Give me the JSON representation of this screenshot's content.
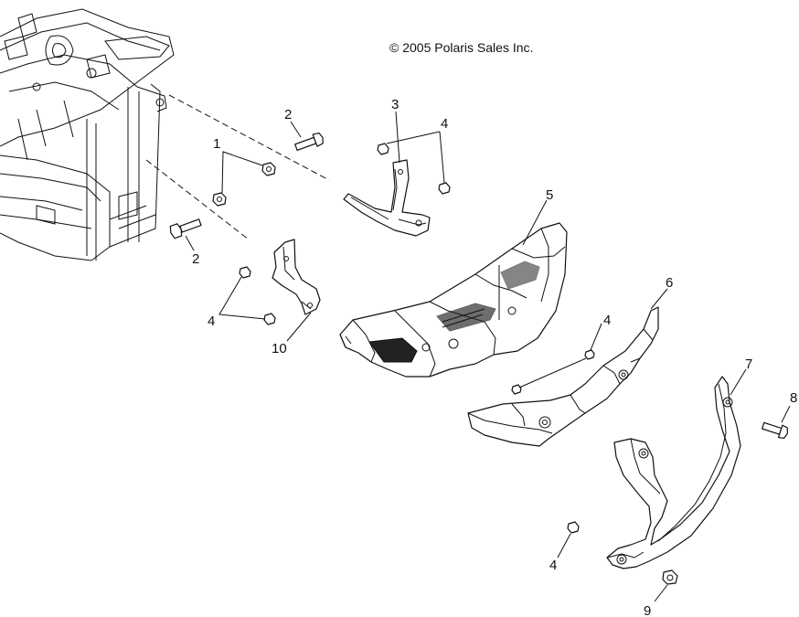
{
  "copyright": "© 2005 Polaris Sales Inc.",
  "callouts": {
    "c1": "1",
    "c2a": "2",
    "c2b": "2",
    "c3": "3",
    "c4a": "4",
    "c4b": "4",
    "c4c": "4",
    "c4d": "4",
    "c5": "5",
    "c6": "6",
    "c7": "7",
    "c8": "8",
    "c9": "9",
    "c10": "10"
  }
}
